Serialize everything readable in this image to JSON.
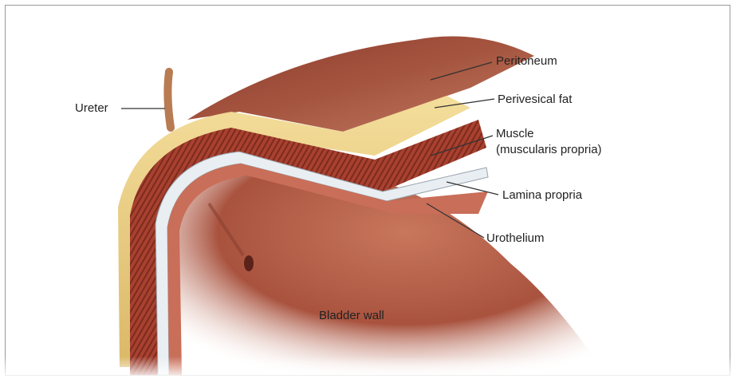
{
  "figure": {
    "labels": {
      "ureter": "Ureter",
      "peritoneum": "Peritoneum",
      "perivesical_fat": "Perivesical fat",
      "muscle": "Muscle",
      "muscle_sub": "(muscularis propria)",
      "lamina_propria": "Lamina propria",
      "urothelium": "Urothelium",
      "bladder_wall": "Bladder wall"
    },
    "colors": {
      "outer_tissue": "#9c4a3a",
      "muscle": "#a6402f",
      "fat": "#e8c87a",
      "lamina": "#b8c0cc",
      "urothelium": "#c66a55",
      "interior": "#b5604a"
    }
  }
}
